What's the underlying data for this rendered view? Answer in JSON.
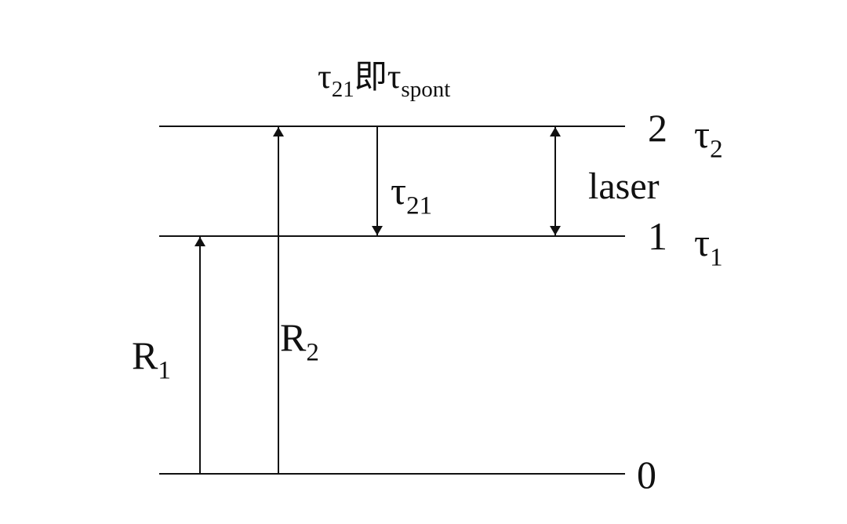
{
  "header": {
    "symbol": "τ",
    "sub": "21",
    "middle": "即",
    "symbol2": "τ",
    "sub2": "spont"
  },
  "levels": [
    {
      "number": "2",
      "tau": "τ",
      "tau_sub": "2"
    },
    {
      "number": "1",
      "tau": "τ",
      "tau_sub": "1"
    },
    {
      "number": "0"
    }
  ],
  "transitions": {
    "decay": {
      "symbol": "τ",
      "sub": "21"
    },
    "laser": {
      "label": "laser"
    },
    "pump1": {
      "symbol": "R",
      "sub": "1"
    },
    "pump2": {
      "symbol": "R",
      "sub": "2"
    }
  },
  "colors": {
    "line": "#111111",
    "background": "#ffffff"
  }
}
